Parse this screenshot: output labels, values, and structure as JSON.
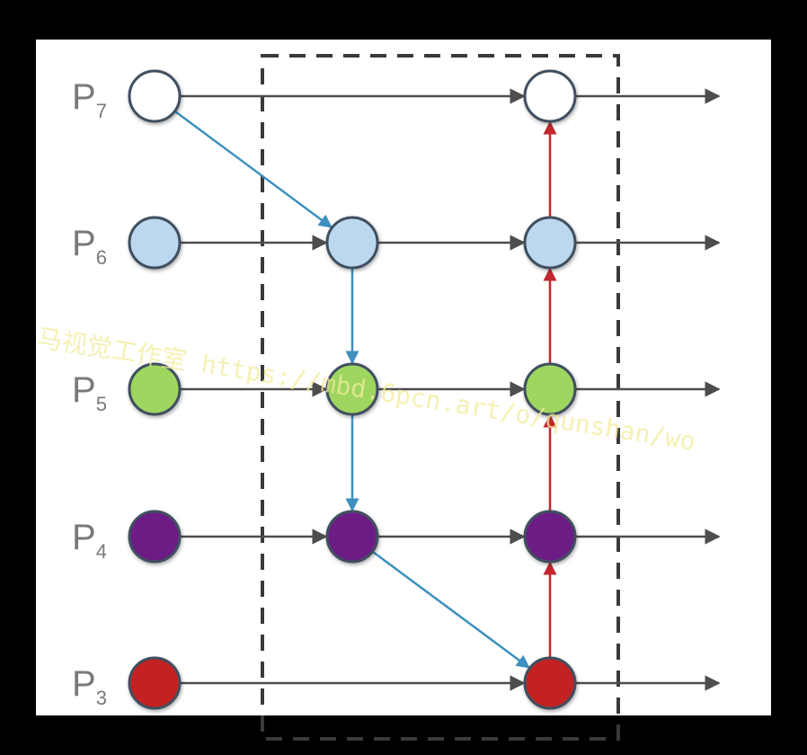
{
  "diagram": {
    "levels": [
      {
        "prefix": "P",
        "index": "7",
        "node_color": "#ffffff"
      },
      {
        "prefix": "P",
        "index": "6",
        "node_color": "#bcd8ef"
      },
      {
        "prefix": "P",
        "index": "5",
        "node_color": "#9ed65f"
      },
      {
        "prefix": "P",
        "index": "4",
        "node_color": "#6d1f86"
      },
      {
        "prefix": "P",
        "index": "3",
        "node_color": "#c42121"
      }
    ],
    "colors": {
      "background": "#000000",
      "panel": "#ffffff",
      "lateral_arrow": "#4d4d4d",
      "top_down_arrow": "#3d8fbf",
      "bottom_up_arrow": "#c1272d",
      "node_stroke": "#3f4f5f",
      "dashed_box": "#3a3a3a"
    },
    "watermark": "马视觉工作室 https://mbd.6pcn.art/o/qunshan/wo"
  }
}
